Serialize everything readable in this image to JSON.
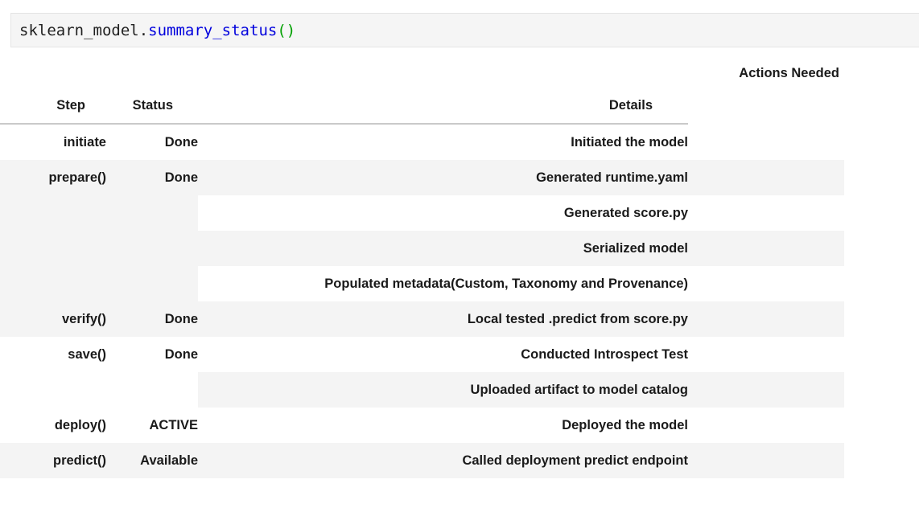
{
  "notebook": {
    "code_cell": {
      "object": "sklearn_model",
      "dot": ".",
      "method": "summary_status",
      "parens": "()",
      "full_text": "sklearn_model.summary_status()"
    }
  },
  "table": {
    "group_header": {
      "blank": "",
      "actions_needed": "Actions Needed"
    },
    "columns": [
      "Step",
      "Status",
      "Details",
      "Actions Needed"
    ],
    "rows": [
      {
        "step": "initiate",
        "status": "Done",
        "details": "Initiated the model",
        "actions": "",
        "left_shade": "plain",
        "details_shade": "plain"
      },
      {
        "step": "prepare()",
        "status": "Done",
        "details": "Generated runtime.yaml",
        "actions": "",
        "left_shade": "stripe",
        "details_shade": "stripe"
      },
      {
        "step": "",
        "status": "",
        "details": "Generated score.py",
        "actions": "",
        "left_shade": "stripe",
        "details_shade": "plain"
      },
      {
        "step": "",
        "status": "",
        "details": "Serialized model",
        "actions": "",
        "left_shade": "stripe",
        "details_shade": "stripe"
      },
      {
        "step": "",
        "status": "",
        "details": "Populated metadata(Custom, Taxonomy and Provenance)",
        "actions": "",
        "left_shade": "stripe",
        "details_shade": "plain"
      },
      {
        "step": "verify()",
        "status": "Done",
        "details": "Local tested .predict from score.py",
        "actions": "",
        "left_shade": "stripe",
        "details_shade": "stripe"
      },
      {
        "step": "save()",
        "status": "Done",
        "details": "Conducted Introspect Test",
        "actions": "",
        "left_shade": "plain",
        "details_shade": "plain"
      },
      {
        "step": "",
        "status": "",
        "details": "Uploaded artifact to model catalog",
        "actions": "",
        "left_shade": "plain",
        "details_shade": "stripe"
      },
      {
        "step": "deploy()",
        "status": "ACTIVE",
        "details": "Deployed the model",
        "actions": "",
        "left_shade": "plain",
        "details_shade": "plain"
      },
      {
        "step": "predict()",
        "status": "Available",
        "details": "Called deployment predict endpoint",
        "actions": "",
        "left_shade": "stripe",
        "details_shade": "stripe"
      }
    ]
  },
  "colors": {
    "code_cell_bg": "#f5f5f5",
    "stripe_bg": "#f4f4f4",
    "page_bg": "#ffffff",
    "text": "#1a1a1a",
    "syntax_function": "#0000dd",
    "syntax_paren": "#00a000",
    "header_rule": "#c9c9c9"
  }
}
